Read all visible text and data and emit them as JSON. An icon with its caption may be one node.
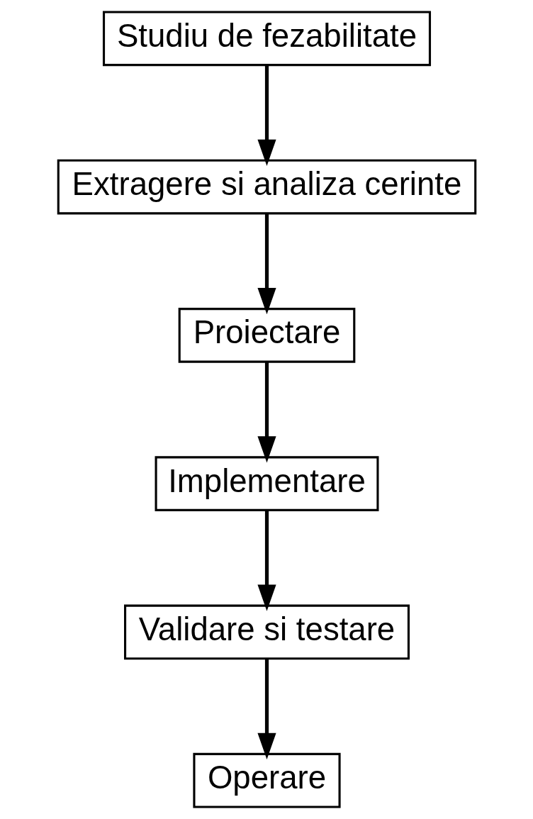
{
  "diagram": {
    "nodes": [
      {
        "text": [
          "Studiu de fezabilitate"
        ]
      },
      {
        "text": [
          "Extragere si analiza cerinte"
        ]
      },
      {
        "text": [
          "Proiectare"
        ]
      },
      {
        "text": [
          "Implementare"
        ]
      },
      {
        "text": [
          "Validare si testare"
        ]
      },
      {
        "text": [
          "Operare"
        ]
      }
    ],
    "edges": [
      {
        "from": 0,
        "to": 1,
        "arrow": "to"
      },
      {
        "from": 1,
        "to": 2,
        "arrow": "to"
      },
      {
        "from": 2,
        "to": 3,
        "arrow": "to"
      },
      {
        "from": 3,
        "to": 4,
        "arrow": "to"
      },
      {
        "from": 4,
        "to": 5,
        "arrow": "to"
      }
    ]
  }
}
